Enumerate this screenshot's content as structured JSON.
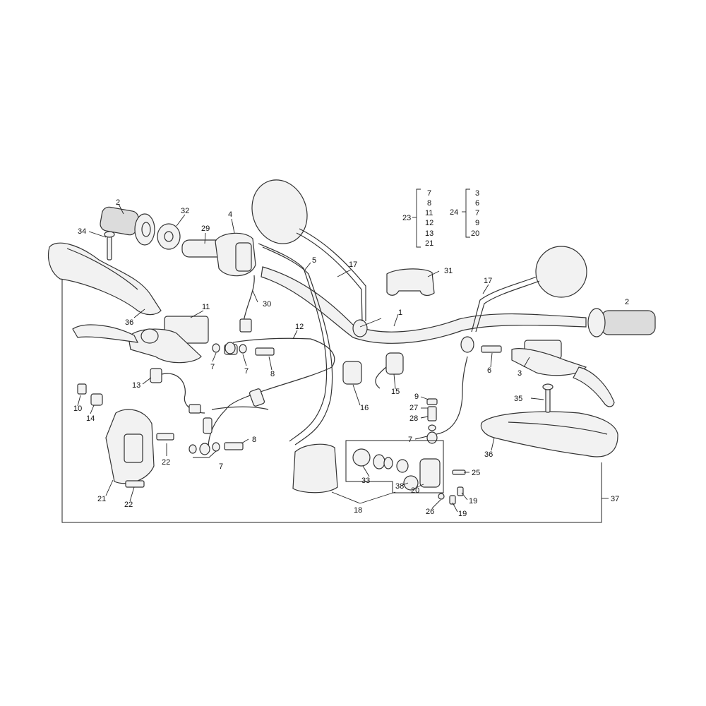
{
  "callouts": {
    "c1": "1",
    "c2a": "2",
    "c2b": "2",
    "c3": "3",
    "c4": "4",
    "c5": "5",
    "c6": "6",
    "c7a": "7",
    "c7b": "7",
    "c7c": "7",
    "c7d": "7",
    "c8a": "8",
    "c8b": "8",
    "c9": "9",
    "c10": "10",
    "c11": "11",
    "c12": "12",
    "c13": "13",
    "c14": "14",
    "c15": "15",
    "c16": "16",
    "c17a": "17",
    "c17b": "17",
    "c18": "18",
    "c19a": "19",
    "c19b": "19",
    "c20": "20",
    "c21": "21",
    "c22a": "22",
    "c22b": "22",
    "c25": "25",
    "c26": "26",
    "c27": "27",
    "c28": "28",
    "c29": "29",
    "c30": "30",
    "c31": "31",
    "c32": "32",
    "c33": "33",
    "c34": "34",
    "c35": "35",
    "c36a": "36",
    "c36b": "36",
    "c37": "37",
    "c38": "38"
  },
  "groups": {
    "g23": {
      "label": "23",
      "items": [
        "7",
        "8",
        "11",
        "12",
        "13",
        "21"
      ]
    },
    "g24": {
      "label": "24",
      "items": [
        "3",
        "6",
        "7",
        "9",
        "20"
      ]
    }
  }
}
